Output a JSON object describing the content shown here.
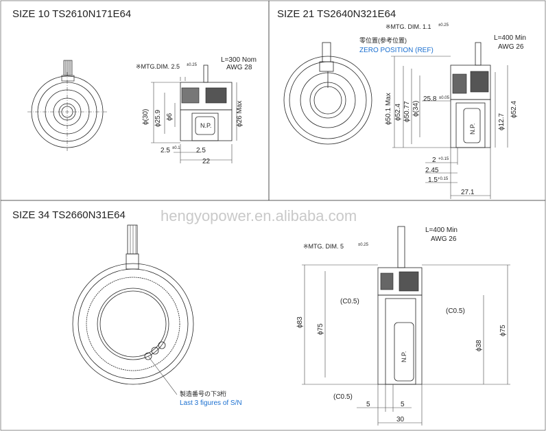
{
  "panels": {
    "size10": {
      "title": "SIZE 10   TS2610N171E64",
      "mtg_dim": "※MTG.DIM. 2.5",
      "mtg_tol": "±0.25",
      "lead_len": "L=300 Nom",
      "awg": "AWG 28",
      "d30": "ϕ(30)",
      "d25": "ϕ25.9",
      "d6": "ϕ6",
      "d26max": "ϕ26 Max",
      "np": "N.P.",
      "dim_25a": "2.5",
      "dim_25a_tol": "±0.1",
      "dim_25b": "2.5",
      "dim_22": "22"
    },
    "size21": {
      "title": "SIZE 21   TS2640N321E64",
      "mtg_dim": "※MTG. DIM. 1.1",
      "mtg_tol": "±0.25",
      "zero_jp": "零位置(参考位置)",
      "zero_en": "ZERO POSITION (REF)",
      "lead_len": "L=400 Min",
      "awg": "AWG 26",
      "d501": "ϕ50.1 Max",
      "d524": "ϕ52.4",
      "d5077": "ϕ50.77",
      "d34": "ϕ(34)",
      "d258": "25.8",
      "d258_tol": "±0.05",
      "d127": "ϕ12.7",
      "d524b": "ϕ52.4",
      "np": "N.P.",
      "dim_2": "2",
      "dim_2_tol": "+0.15",
      "dim_245": "2.45",
      "dim_15": "1.5",
      "dim_15_tol": "+0.15",
      "dim_271": "27.1"
    },
    "size34": {
      "title": "SIZE 34   TS2660N31E64",
      "mtg_dim": "※MTG. DIM. 5",
      "mtg_tol": "±0.25",
      "lead_len": "L=400 Min",
      "awg": "AWG 26",
      "c05a": "(C0.5)",
      "c05b": "(C0.5)",
      "c05c": "(C0.5)",
      "d83": "ϕ83",
      "d75": "ϕ75",
      "d38": "ϕ38",
      "d75b": "ϕ75",
      "np": "N.P.",
      "dim_5a": "5",
      "dim_5b": "5",
      "dim_30": "30",
      "sn_jp": "製造番号の下3桁",
      "sn_en": "Last 3 figures of S/N"
    }
  },
  "watermark": "hengyopower.en.alibaba.com",
  "colors": {
    "line": "#222222",
    "blue": "#1a6fd0",
    "grid": "#444444"
  }
}
